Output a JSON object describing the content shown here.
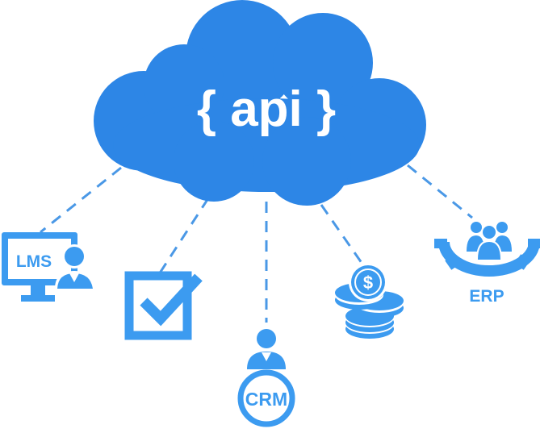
{
  "cloud": {
    "label": "{ api }"
  },
  "nodes": {
    "lms": {
      "label": "LMS"
    },
    "crm": {
      "label": "CRM"
    },
    "erp": {
      "label": "ERP"
    },
    "tasks": {
      "icon": "checkbox-check-icon"
    },
    "payments": {
      "icon": "dollar-coin-stack-icon"
    }
  },
  "colors": {
    "cloud": "#2d86e6",
    "primary": "#3c9bf0",
    "connector": "#4a98e6",
    "white": "#ffffff"
  }
}
